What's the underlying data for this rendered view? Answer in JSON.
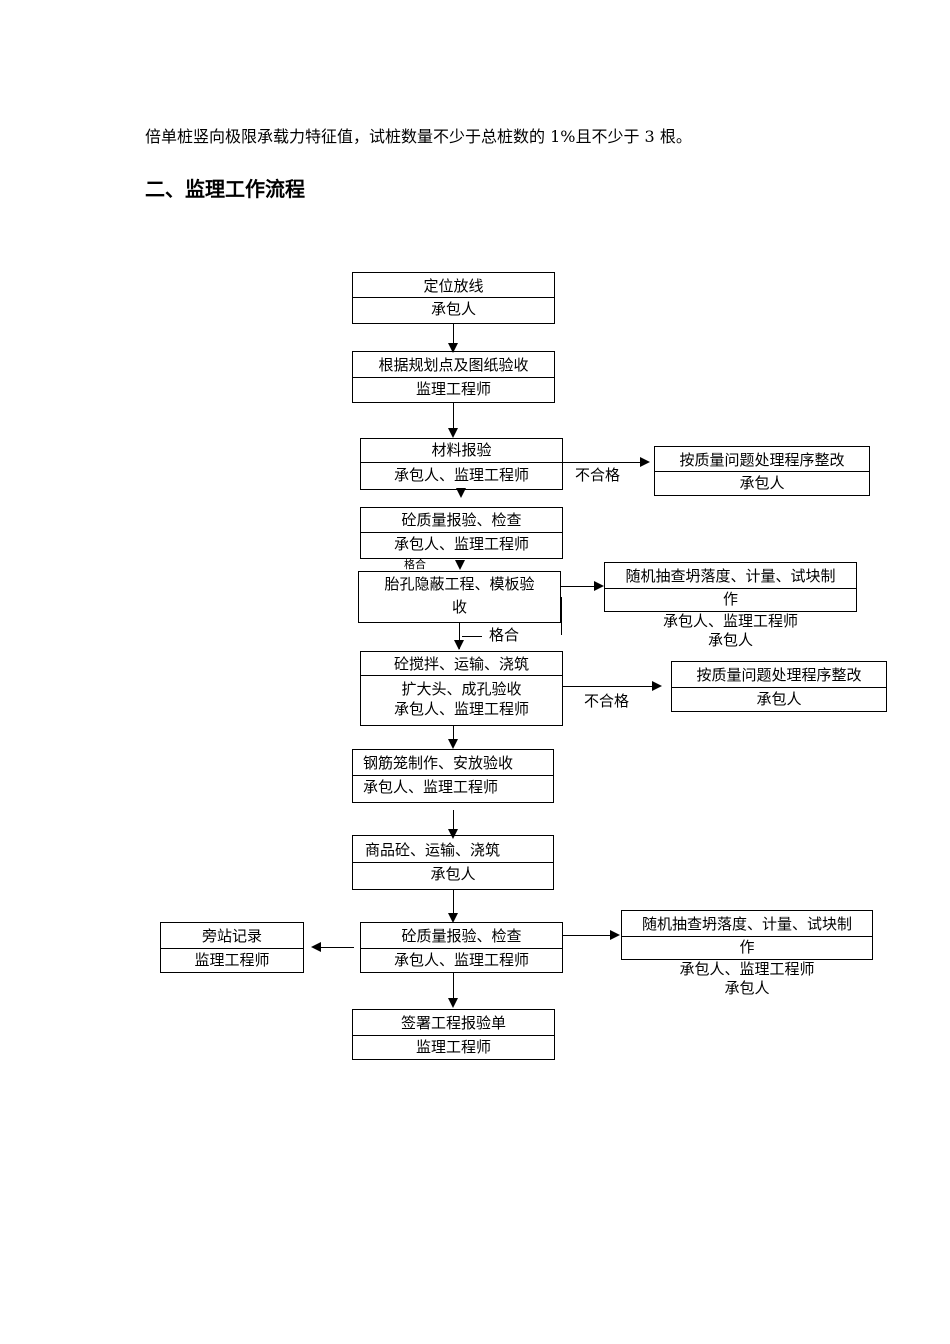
{
  "document": {
    "paragraph": "倍单桩竖向极限承载力特征值，试桩数量不少于总桩数的 1%且不少于 3 根。",
    "heading": "二、监理工作流程"
  },
  "flowchart": {
    "steps": [
      {
        "title": "定位放线",
        "role": "承包人"
      },
      {
        "title": "根据规划点及图纸验收",
        "role": "监理工程师"
      },
      {
        "title": "材料报验",
        "role": "承包人、监理工程师"
      },
      {
        "title": "砼质量报验、检查",
        "role": "承包人、监理工程师"
      },
      {
        "title": "胎孔隐蔽工程、模板验",
        "title2": "收"
      },
      {
        "title": "砼搅拌、运输、浇筑",
        "line2": "扩大头、成孔验收",
        "role": "承包人、监理工程师"
      },
      {
        "title": "钢筋笼制作、安放验收",
        "role": "承包人、监理工程师"
      },
      {
        "title": "商品砼、运输、浇筑",
        "role": "承包人"
      },
      {
        "title": "砼质量报验、检查",
        "role": "承包人、监理工程师"
      },
      {
        "title": "签署工程报验单",
        "role": "监理工程师"
      }
    ],
    "side_boxes": [
      {
        "title": "按质量问题处理程序整改",
        "role": "承包人"
      },
      {
        "title": "随机抽查坍落度、计量、试块制",
        "title2": "作",
        "role": "承包人、监理工程师",
        "role2": "承包人"
      },
      {
        "title": "按质量问题处理程序整改",
        "role": "承包人"
      },
      {
        "title": "随机抽查坍落度、计量、试块制",
        "title2": "作",
        "role": "承包人、监理工程师",
        "role2": "承包人"
      },
      {
        "title": "旁站记录",
        "role": "监理工程师"
      }
    ],
    "labels": {
      "fail_1": "不合格",
      "fail_2": "不合格",
      "pass_1": "格合",
      "pass_2": "格合"
    }
  }
}
